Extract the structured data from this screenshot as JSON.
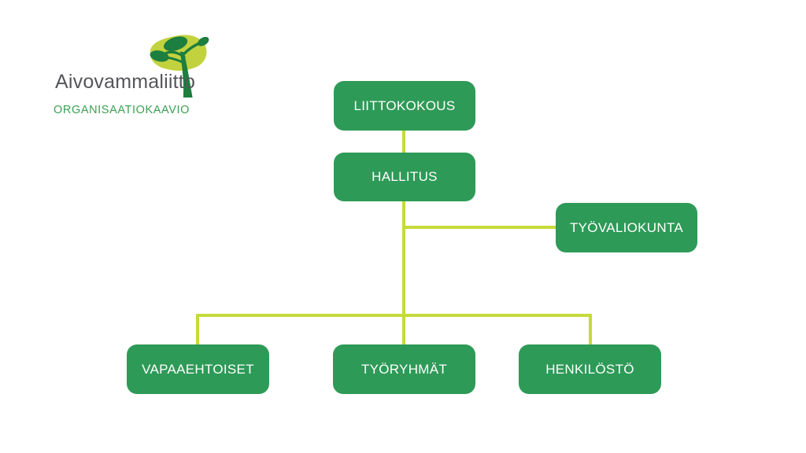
{
  "page": {
    "background_color": "#ffffff"
  },
  "logo": {
    "brand_name": "Aivovammaliitto",
    "subtitle": "ORGANISAATIOKAAVIO",
    "icon": "tree-on-lime-blob-icon",
    "colors": {
      "blob": "#c2d23e",
      "tree": "#1c7e3f",
      "brand_text": "#55565a",
      "subtitle_text": "#3aa053"
    }
  },
  "chart": {
    "type": "org-chart",
    "node_color": "#2e9a57",
    "node_text_color": "#ffffff",
    "connector_color": "#c6da3a",
    "nodes": {
      "liittokokous": {
        "label": "LIITTOKOKOUS"
      },
      "hallitus": {
        "label": "HALLITUS"
      },
      "tyovaliokunta": {
        "label": "TYÖVALIOKUNTA"
      },
      "vapaaehtoiset": {
        "label": "VAPAAEHTOISET"
      },
      "tyoryhmat": {
        "label": "TYÖRYHMÄT"
      },
      "henkilosto": {
        "label": "HENKILÖSTÖ"
      }
    },
    "edges": [
      {
        "from": "LIITTOKOKOUS",
        "to": "HALLITUS"
      },
      {
        "from": "HALLITUS",
        "to": "TYÖVALIOKUNTA"
      },
      {
        "from": "HALLITUS",
        "to": "VAPAAEHTOISET"
      },
      {
        "from": "HALLITUS",
        "to": "TYÖRYHMÄT"
      },
      {
        "from": "HALLITUS",
        "to": "HENKILÖSTÖ"
      }
    ]
  }
}
